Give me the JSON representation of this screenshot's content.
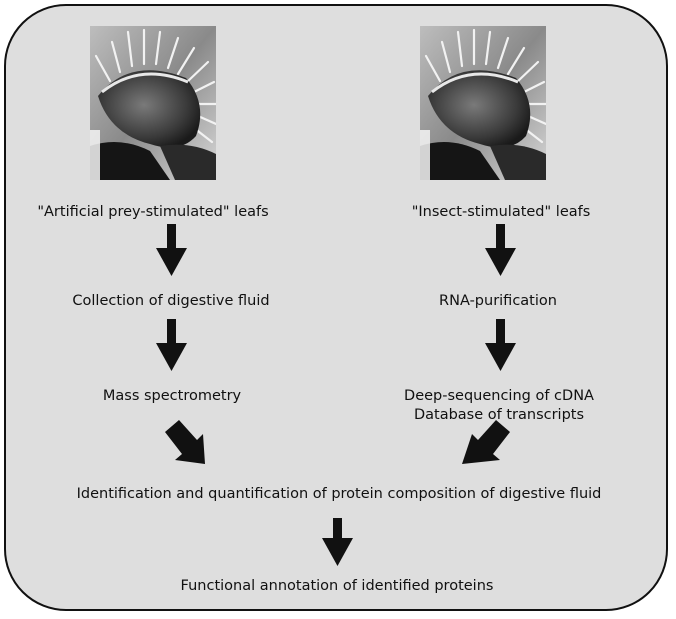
{
  "left": {
    "image": "venus-flytrap-photo",
    "step1": "\"Artificial prey-stimulated\" leafs",
    "step2": "Collection of digestive fluid",
    "step3": "Mass spectrometry"
  },
  "right": {
    "image": "venus-flytrap-photo",
    "step1": "\"Insect-stimulated\" leafs",
    "step2": "RNA-purification",
    "step3_line1": "Deep-sequencing of cDNA",
    "step3_line2": "Database of transcripts"
  },
  "merge": "Identification and quantification of protein composition of digestive fluid",
  "final": "Functional annotation of identified proteins"
}
